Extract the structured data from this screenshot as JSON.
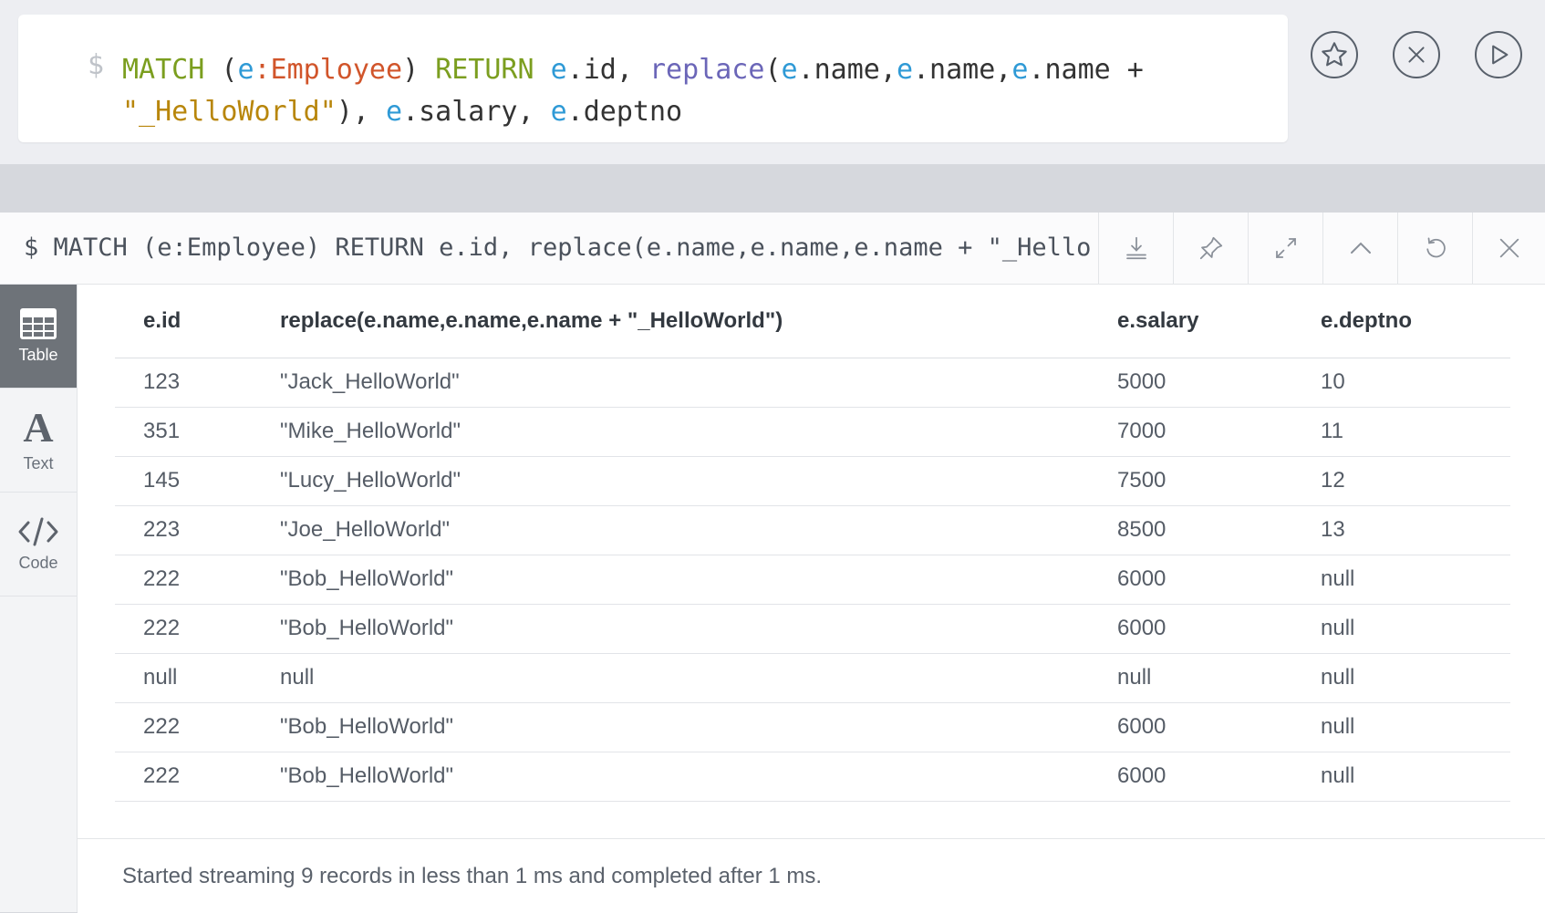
{
  "editor": {
    "prompt": "$",
    "query_tokens": [
      {
        "t": "MATCH",
        "c": "kw"
      },
      {
        "t": " (",
        "c": "punc"
      },
      {
        "t": "e",
        "c": "var"
      },
      {
        "t": ":Employee",
        "c": "lbl"
      },
      {
        "t": ") ",
        "c": "punc"
      },
      {
        "t": "RETURN",
        "c": "kw"
      },
      {
        "t": " ",
        "c": "punc"
      },
      {
        "t": "e",
        "c": "var"
      },
      {
        "t": ".id, ",
        "c": "punc"
      },
      {
        "t": "replace",
        "c": "fn"
      },
      {
        "t": "(",
        "c": "punc"
      },
      {
        "t": "e",
        "c": "var"
      },
      {
        "t": ".name,",
        "c": "punc"
      },
      {
        "t": "e",
        "c": "var"
      },
      {
        "t": ".name,",
        "c": "punc"
      },
      {
        "t": "e",
        "c": "var"
      },
      {
        "t": ".name +\n",
        "c": "punc"
      },
      {
        "t": "\"_HelloWorld\"",
        "c": "str"
      },
      {
        "t": "), ",
        "c": "punc"
      },
      {
        "t": "e",
        "c": "var"
      },
      {
        "t": ".salary, ",
        "c": "punc"
      },
      {
        "t": "e",
        "c": "var"
      },
      {
        "t": ".deptno",
        "c": "punc"
      }
    ],
    "buttons": [
      {
        "name": "favorite-button",
        "icon": "star-icon"
      },
      {
        "name": "clear-button",
        "icon": "close-circle-icon"
      },
      {
        "name": "run-button",
        "icon": "play-icon"
      }
    ]
  },
  "frame": {
    "title": "$ MATCH (e:Employee) RETURN e.id, replace(e.name,e.name,e.name + \"_Hello…",
    "header_buttons": [
      {
        "name": "download-button",
        "icon": "download-icon"
      },
      {
        "name": "pin-button",
        "icon": "pin-icon"
      },
      {
        "name": "fullscreen-button",
        "icon": "expand-icon"
      },
      {
        "name": "collapse-button",
        "icon": "chevron-up-icon"
      },
      {
        "name": "rerun-button",
        "icon": "refresh-icon"
      },
      {
        "name": "close-frame-button",
        "icon": "close-icon"
      }
    ]
  },
  "sidebar": {
    "items": [
      {
        "label": "Table",
        "icon": "table-icon",
        "active": true
      },
      {
        "label": "Text",
        "icon": "text-icon",
        "active": false
      },
      {
        "label": "Code",
        "icon": "code-icon",
        "active": false
      }
    ]
  },
  "table": {
    "columns": [
      "e.id",
      "replace(e.name,e.name,e.name + \"_HelloWorld\")",
      "e.salary",
      "e.deptno"
    ],
    "rows": [
      [
        "123",
        "\"Jack_HelloWorld\"",
        "5000",
        "10"
      ],
      [
        "351",
        "\"Mike_HelloWorld\"",
        "7000",
        "11"
      ],
      [
        "145",
        "\"Lucy_HelloWorld\"",
        "7500",
        "12"
      ],
      [
        "223",
        "\"Joe_HelloWorld\"",
        "8500",
        "13"
      ],
      [
        "222",
        "\"Bob_HelloWorld\"",
        "6000",
        "null"
      ],
      [
        "222",
        "\"Bob_HelloWorld\"",
        "6000",
        "null"
      ],
      [
        "null",
        "null",
        "null",
        "null"
      ],
      [
        "222",
        "\"Bob_HelloWorld\"",
        "6000",
        "null"
      ],
      [
        "222",
        "\"Bob_HelloWorld\"",
        "6000",
        "null"
      ]
    ]
  },
  "status": {
    "text": "Started streaming 9 records in less than 1 ms and completed after 1 ms."
  }
}
